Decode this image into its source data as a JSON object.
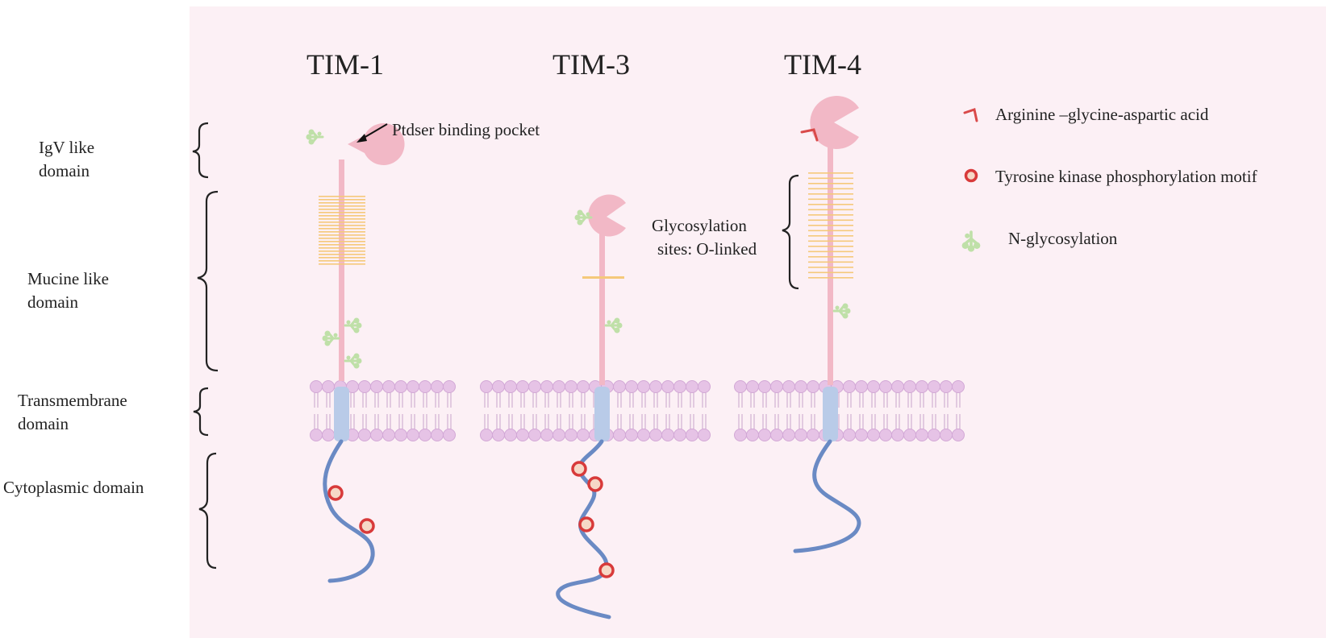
{
  "colors": {
    "panel_bg": "#fcf0f5",
    "stalk": "#f2b8c6",
    "head": "#f2b8c6",
    "mucin_stripe": "#f5c97a",
    "membrane_head": "#e6c3e6",
    "membrane_line": "#c9a3cc",
    "transmembrane": "#b9cbe8",
    "cytoplasmic_tail": "#6a8ac4",
    "phospho_ring": "#d83a3a",
    "phospho_fill": "#f6d8c6",
    "glycan": "#bfe0a8",
    "rgd": "#d94a4a",
    "text": "#222222"
  },
  "titles": {
    "tim1": "TIM-1",
    "tim3": "TIM-3",
    "tim4": "TIM-4"
  },
  "domains": {
    "igv_line1": "IgV like",
    "igv_line2": "domain",
    "mucine_line1": "Mucine like",
    "mucine_line2": "domain",
    "tm_line1": "Transmembrane",
    "tm_line2": "domain",
    "cyto": "Cytoplasmic domain"
  },
  "annotations": {
    "ptdser": "Ptdser binding pocket",
    "glyco_line1": "Glycosylation",
    "glyco_line2": "sites: O-linked"
  },
  "legend": {
    "rgd": "Arginine –glycine-aspartic acid",
    "tyrosine": "Tyrosine kinase phosphorylation motif",
    "nglyco": "N-glycosylation"
  },
  "icons": {
    "igv_head": "pacman-head-icon",
    "glycan": "n-glycan-icon",
    "phospho": "phospho-ring-icon",
    "rgd": "rgd-hook-icon"
  }
}
